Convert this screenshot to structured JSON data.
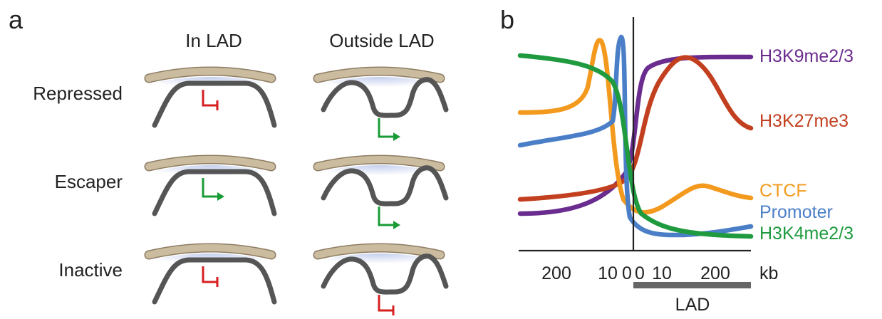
{
  "panel_a": {
    "letter": "a",
    "col_headers": [
      "In LAD",
      "Outside LAD"
    ],
    "row_labels": [
      "Repressed",
      "Escaper",
      "Inactive"
    ],
    "cells": [
      {
        "row": 0,
        "col": 0,
        "chromatin": "attached",
        "promoter": "repressed-symbol",
        "state_color": "#d62020"
      },
      {
        "row": 0,
        "col": 1,
        "chromatin": "looped-out",
        "promoter": "active-arrow",
        "state_color": "#1a9b35"
      },
      {
        "row": 1,
        "col": 0,
        "chromatin": "attached",
        "promoter": "active-arrow",
        "state_color": "#1a9b35"
      },
      {
        "row": 1,
        "col": 1,
        "chromatin": "looped-out",
        "promoter": "active-arrow",
        "state_color": "#1a9b35"
      },
      {
        "row": 2,
        "col": 0,
        "chromatin": "attached",
        "promoter": "repressed-symbol",
        "state_color": "#d62020"
      },
      {
        "row": 2,
        "col": 1,
        "chromatin": "looped-out",
        "promoter": "repressed-symbol",
        "state_color": "#d62020"
      }
    ]
  },
  "panel_b": {
    "letter": "b",
    "x_unit": "kb",
    "x_ticks": [
      "200",
      "10",
      "0",
      "0",
      "10",
      "200"
    ],
    "lad_label": "LAD",
    "series": [
      {
        "name": "H3K9me2/3",
        "color": "#6a2c8f"
      },
      {
        "name": "H3K27me3",
        "color": "#c2401f"
      },
      {
        "name": "CTCF",
        "color": "#f39a1e"
      },
      {
        "name": "Promoter",
        "color": "#4a7fc8"
      },
      {
        "name": "H3K4me2/3",
        "color": "#1f9a3e"
      }
    ]
  },
  "colors": {
    "lamina": "#cbbb9f",
    "lamina_edge": "#8d7c62",
    "lamina_glow": "#b9c6ea",
    "chromatin": "#555555",
    "axis": "#222222",
    "lad_bar": "#666666",
    "text": "#222222"
  }
}
